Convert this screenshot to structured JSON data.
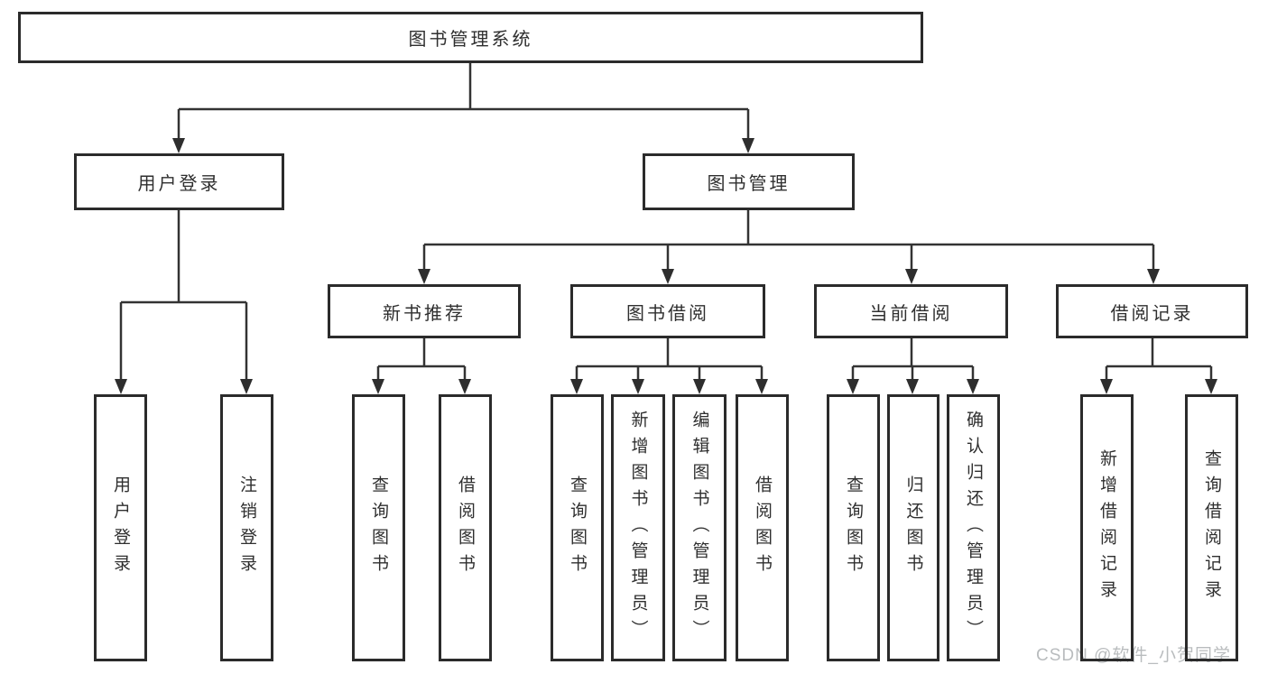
{
  "tree": {
    "label": "图书管理系统",
    "children": [
      {
        "label": "用户登录",
        "children": [
          {
            "label": "用户登录"
          },
          {
            "label": "注销登录"
          }
        ]
      },
      {
        "label": "图书管理",
        "children": [
          {
            "label": "新书推荐",
            "children": [
              {
                "label": "查询图书"
              },
              {
                "label": "借阅图书"
              }
            ]
          },
          {
            "label": "图书借阅",
            "children": [
              {
                "label": "查询图书"
              },
              {
                "label": "新增图书（管理员）"
              },
              {
                "label": "编辑图书（管理员）"
              },
              {
                "label": "借阅图书"
              }
            ]
          },
          {
            "label": "当前借阅",
            "children": [
              {
                "label": "查询图书"
              },
              {
                "label": "归还图书"
              },
              {
                "label": "确认归还（管理员）"
              }
            ]
          },
          {
            "label": "借阅记录",
            "children": [
              {
                "label": "新增借阅记录"
              },
              {
                "label": "查询借阅记录"
              }
            ]
          }
        ]
      }
    ]
  },
  "watermark": {
    "text": "CSDN @软件_小贺同学"
  },
  "colors": {
    "line": "#333333",
    "border": "#2b2b2b",
    "text": "#2f2f2f",
    "watermark": "#b9bcbe",
    "background": "#ffffff"
  }
}
